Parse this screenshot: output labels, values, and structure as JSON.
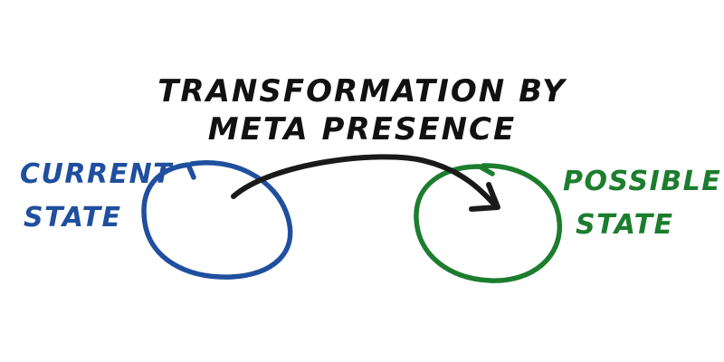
{
  "title": {
    "line1": "TRANSFORMATION BY",
    "line2": "META PRESENCE"
  },
  "current_state": {
    "line1": "CURRENT",
    "line2": "STATE",
    "color": "#1f4f9e"
  },
  "possible_state": {
    "line1": "POSSIBLE",
    "line2": "STATE",
    "color": "#1c7d2e"
  },
  "arrow_color": "#1a1a1a",
  "icons": [
    "current-state-circle",
    "possible-state-circle",
    "transformation-arrow"
  ]
}
